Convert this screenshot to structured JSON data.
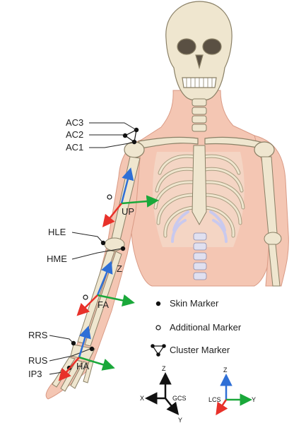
{
  "labels": {
    "ac3": "AC3",
    "ac2": "AC2",
    "ac1": "AC1",
    "up": "UP",
    "hle": "HLE",
    "hme": "HME",
    "z": "Z",
    "fa": "FA",
    "rrs": "RRS",
    "rus": "RUS",
    "ha": "HA",
    "ip3": "IP3"
  },
  "legend": {
    "skin_marker": "Skin Marker",
    "additional_marker": "Additional  Marker",
    "cluster_marker": "Cluster Marker"
  },
  "frames": {
    "gcs": {
      "name": "GCS",
      "z": "Z",
      "x": "X",
      "y": "Y"
    },
    "lcs": {
      "name": "LCS",
      "z": "Z",
      "y": "Y"
    }
  },
  "colors": {
    "axis_x": "#e8312a",
    "axis_y": "#1aa83a",
    "axis_z": "#2f6fd6",
    "skin": "#f4c6b3",
    "bone": "#efe6cf",
    "cartilage": "#c9c9ee"
  }
}
